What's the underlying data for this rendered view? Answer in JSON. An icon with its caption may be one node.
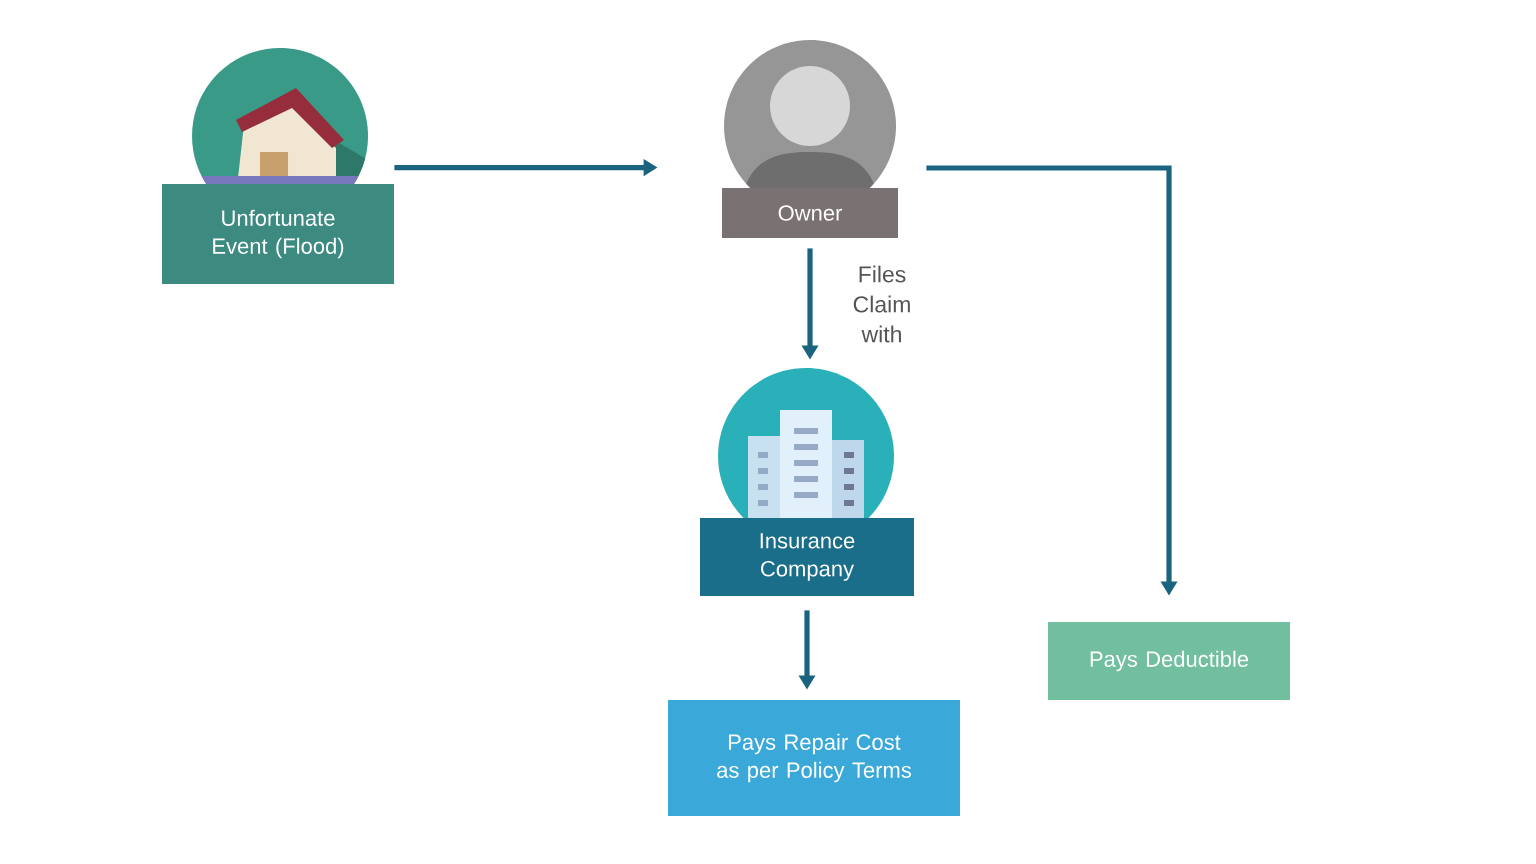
{
  "diagram": {
    "nodes": [
      {
        "text": [
          "Unfortunate Event (Flood)"
        ]
      },
      {
        "text": [
          "Owner"
        ]
      },
      {
        "text": [
          "Insurance Company"
        ]
      },
      {
        "text": [
          "Pays Repair Cost as per Policy Terms"
        ]
      },
      {
        "text": [
          "Pays Deductible"
        ]
      }
    ],
    "edges": [
      {
        "from": 0,
        "to": 1,
        "arrow": "to"
      },
      {
        "from": 1,
        "to": 2,
        "arrow": "to",
        "label": "Files Claim with"
      },
      {
        "from": 2,
        "to": 3,
        "arrow": "to"
      },
      {
        "from": 1,
        "to": 4,
        "arrow": "to"
      }
    ]
  }
}
